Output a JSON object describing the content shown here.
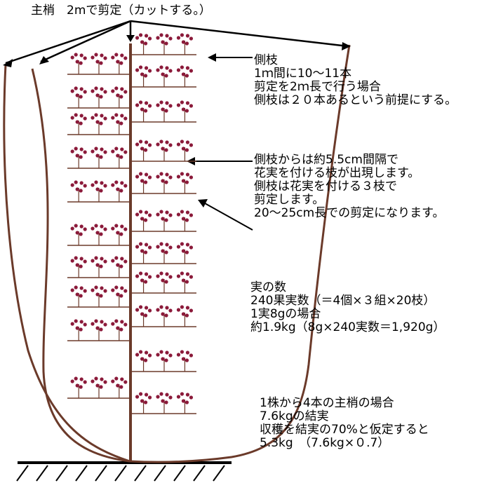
{
  "title": "主梢　2mで剪定（カットする。）",
  "side_branch_note": {
    "lines": [
      "側枝",
      "1ｍ間に10～11本",
      "剪定を2ｍ長で行う場合",
      "側枝は２０本あるという前提にする。"
    ]
  },
  "fruit_branch_note": {
    "lines": [
      "側枝からは約5.5cm間隔で",
      "花実を付ける枝が出現します。",
      "側枝は花実を付ける３枝で",
      "剪定します。",
      "20～25cm長での剪定になります。"
    ]
  },
  "fruit_count_note": {
    "lines": [
      "実の数",
      "240果実数（＝4個×３組×20枝）",
      "1実8gの場合",
      "約1.9kg（8g×240実数＝1,920g）"
    ]
  },
  "yield_note": {
    "lines": [
      "1株から4本の主梢の場合",
      "7.6kgの結実",
      "収穫を結実の70%と仮定すると",
      "5.3kg　（7.6kg×０.7）"
    ]
  },
  "colors": {
    "stem": "#6b3a2a",
    "fruit": "#8b1a3a",
    "line": "#000000"
  }
}
